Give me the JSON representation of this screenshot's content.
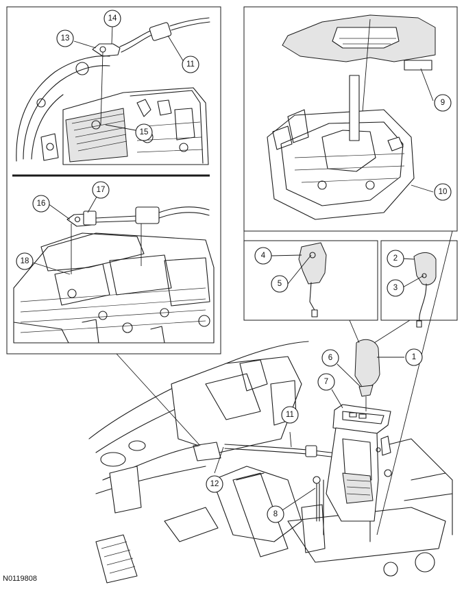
{
  "figure_id": "N0119808",
  "callouts": [
    "1",
    "2",
    "3",
    "4",
    "5",
    "6",
    "7",
    "8",
    "9",
    "10",
    "11",
    "11",
    "12",
    "13",
    "14",
    "15",
    "16",
    "17",
    "18"
  ]
}
